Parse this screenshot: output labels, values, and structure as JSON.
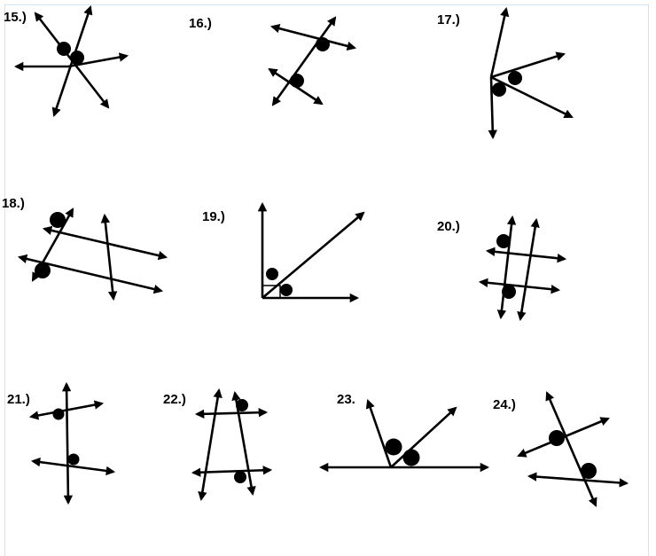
{
  "problems": [
    {
      "label": "15.)"
    },
    {
      "label": "16.)"
    },
    {
      "label": "17.)"
    },
    {
      "label": "18.)"
    },
    {
      "label": "19.)"
    },
    {
      "label": "20.)"
    },
    {
      "label": "21.)"
    },
    {
      "label": "22.)"
    },
    {
      "label": "23."
    },
    {
      "label": "24.)"
    }
  ]
}
